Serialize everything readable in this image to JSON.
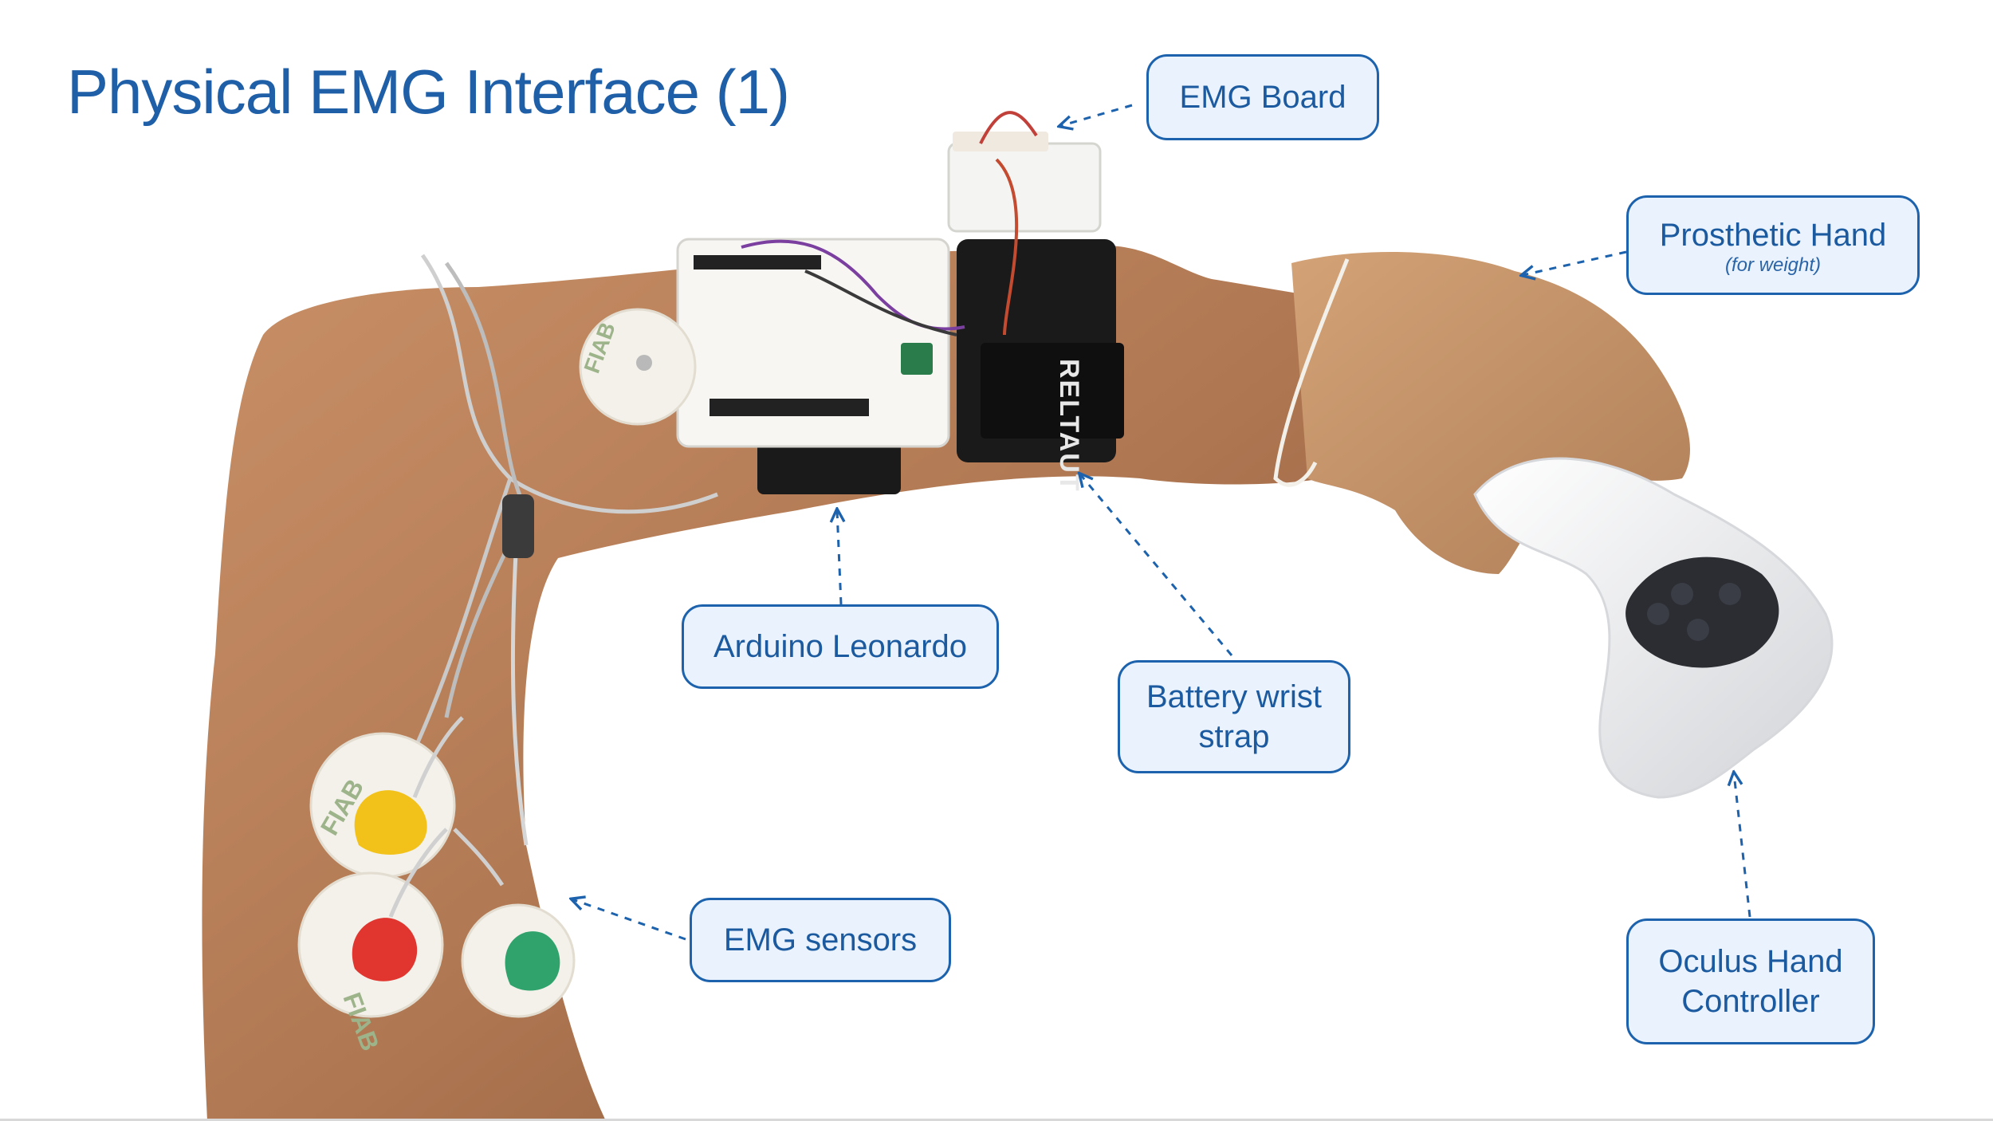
{
  "title": "Physical EMG Interface (1)",
  "labels": {
    "emg_board": "EMG Board",
    "prosthetic_hand": "Prosthetic Hand",
    "prosthetic_hand_note": "(for weight)",
    "arduino": "Arduino Leonardo",
    "battery_line1": "Battery wrist",
    "battery_line2": "strap",
    "emg_sensors": "EMG sensors",
    "oculus_line1": "Oculus Hand",
    "oculus_line2": "Controller"
  },
  "photo_text": {
    "strap_brand": "RELTAUT",
    "electrode_brand": "FIAB"
  },
  "colors": {
    "accent": "#1c62ad",
    "callout_fill": "#eaf3fd",
    "skin": "#b07a55",
    "sensor_yellow": "#f2c21b",
    "sensor_red": "#e0362f",
    "sensor_green": "#2fa36b"
  }
}
